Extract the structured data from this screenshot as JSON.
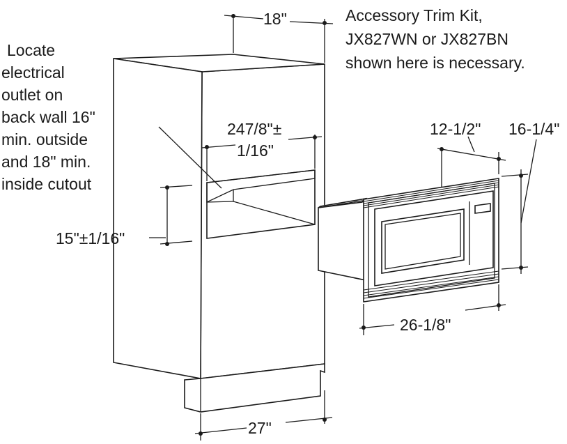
{
  "labels": {
    "dim_depth": "18\"",
    "dim_opening_width_1": "247/8\"±",
    "dim_opening_width_2": "1/16\"",
    "dim_opening_height": "15\"±1/16\"",
    "dim_cabinet_width": "27\"",
    "dim_trim_depth": "12-1/2\"",
    "dim_trim_height": "16-1/4\"",
    "dim_trim_width": "26-1/8\""
  },
  "notes": {
    "accessory": [
      "Accessory Trim Kit,",
      "JX827WN or JX827BN",
      "shown here is necessary."
    ],
    "outlet": [
      "Locate",
      "electrical",
      "outlet on",
      "back wall 16\"",
      "min. outside",
      "and 18\" min.",
      "inside cutout"
    ]
  }
}
